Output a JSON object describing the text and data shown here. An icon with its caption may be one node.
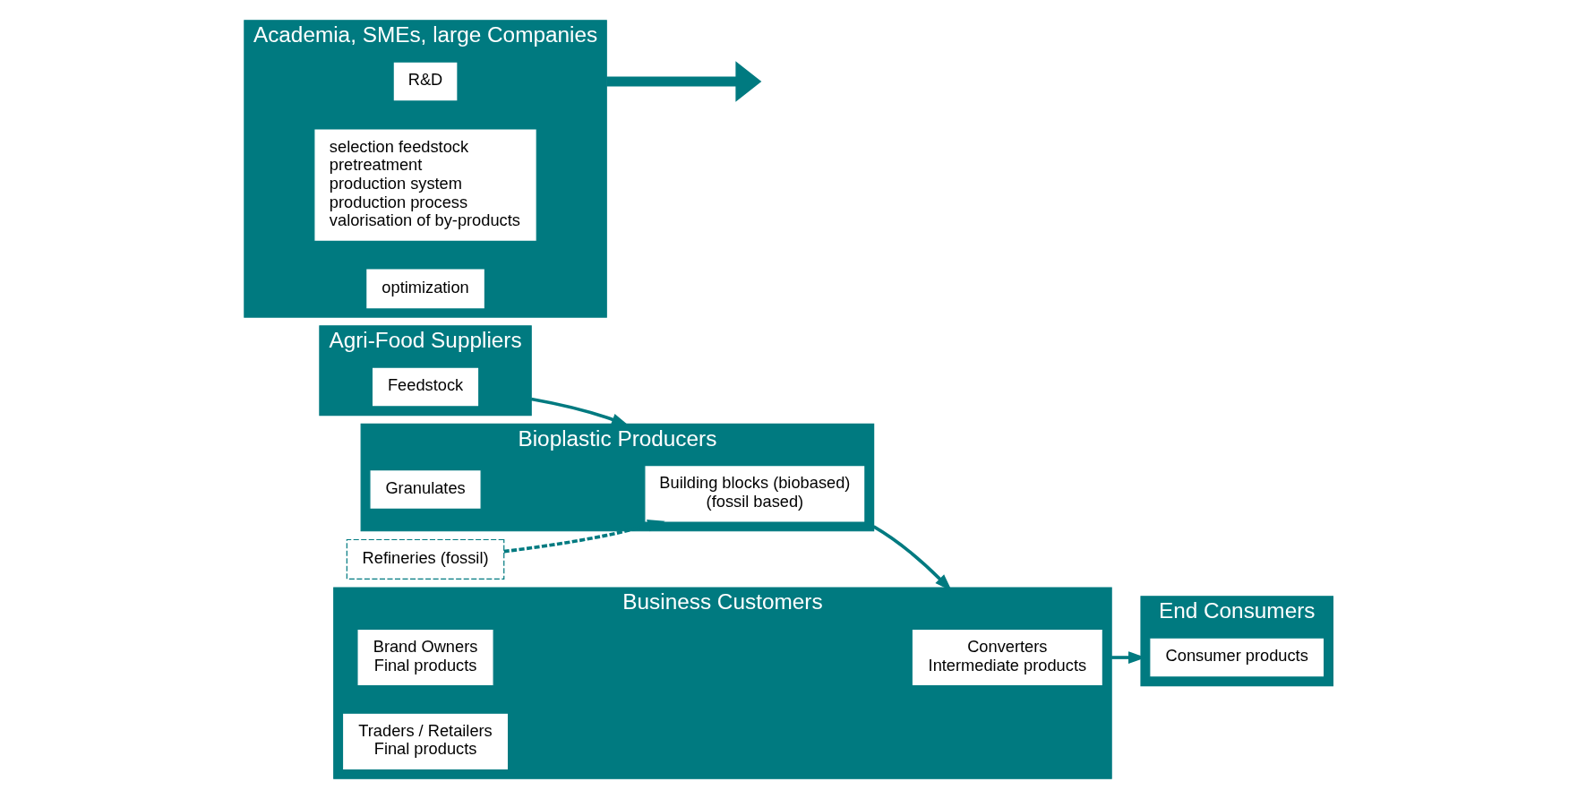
{
  "diagram": {
    "nodes": [
      {
        "text": [
          "Agri-Food Suppliers"
        ]
      },
      {
        "text": [
          "Feedstock"
        ],
        "in": 0
      },
      {
        "text": [
          "Refineries (fossil)"
        ]
      },
      {
        "text": [
          "Bioplastic Producers"
        ]
      },
      {
        "text": [
          "Building blocks (biobased)",
          "(fossil based)"
        ],
        "in": 3
      },
      {
        "text": [
          "Granulates"
        ],
        "in": 3
      },
      {
        "text": [
          "Business Customers"
        ]
      },
      {
        "text": [
          "Converters",
          "Intermediate products"
        ],
        "in": 6
      },
      {
        "text": [
          "Brand Owners",
          "Final products"
        ],
        "in": 6
      },
      {
        "text": [
          "Traders / Retailers",
          "Final products"
        ],
        "in": 6
      },
      {
        "text": [
          "End Consumers"
        ]
      },
      {
        "text": [
          "Consumer products"
        ],
        "in": 10
      },
      {
        "text": [
          "Academia, SMEs, large Companies"
        ]
      },
      {
        "text": [
          "R&D"
        ],
        "in": 12
      },
      {
        "text": [
          "selection feedstock",
          "pretreatment",
          "production system",
          "production process",
          "valorisation of by-products"
        ],
        "in": 12
      }
    ],
    "edges": [
      {
        "from": 0,
        "to": 3,
        "arrow": "to"
      },
      {
        "from": 3,
        "to": 6,
        "arrow": "to"
      },
      {
        "from": 6,
        "to": 10,
        "arrow": "to"
      },
      {
        "from": 2,
        "to": 4,
        "arrow": "to",
        "style": "dashed"
      },
      {
        "from": 12,
        "to": null,
        "arrow": "to",
        "style": "thick"
      }
    ],
    "labels": [
      "optimization"
    ]
  }
}
